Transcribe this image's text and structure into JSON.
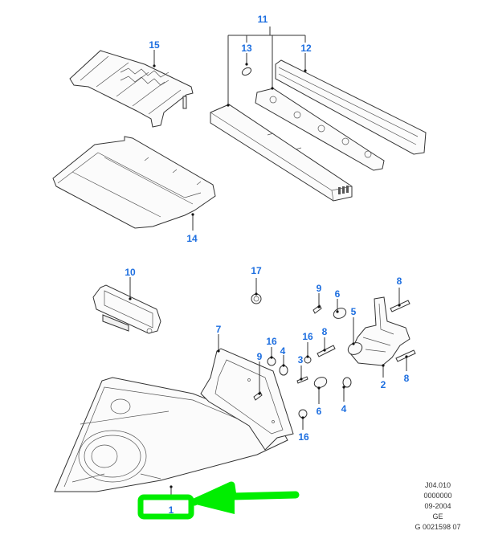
{
  "diagram": {
    "title": "Rear lamp assembly exploded parts diagram",
    "callouts": [
      {
        "id": "c1",
        "label": "1",
        "part": "rear-lamp-assembly"
      },
      {
        "id": "c2",
        "label": "2",
        "part": "bulb-holder-circuit-plate"
      },
      {
        "id": "c3",
        "label": "3",
        "part": "wedge-bulb"
      },
      {
        "id": "c4a",
        "label": "4",
        "part": "bulb"
      },
      {
        "id": "c4b",
        "label": "4",
        "part": "bulb"
      },
      {
        "id": "c5",
        "label": "5",
        "part": "bulb"
      },
      {
        "id": "c6a",
        "label": "6",
        "part": "bulb"
      },
      {
        "id": "c6b",
        "label": "6",
        "part": "bulb"
      },
      {
        "id": "c7",
        "label": "7",
        "part": "lamp-gasket"
      },
      {
        "id": "c8a",
        "label": "8",
        "part": "screw"
      },
      {
        "id": "c8b",
        "label": "8",
        "part": "screw"
      },
      {
        "id": "c8c",
        "label": "8",
        "part": "screw"
      },
      {
        "id": "c9a",
        "label": "9",
        "part": "screw"
      },
      {
        "id": "c9b",
        "label": "9",
        "part": "screw"
      },
      {
        "id": "c10",
        "label": "10",
        "part": "licence-plate-lamp"
      },
      {
        "id": "c11",
        "label": "11",
        "part": "high-mounted-stop-lamp-kit"
      },
      {
        "id": "c12",
        "label": "12",
        "part": "stop-lamp-housing"
      },
      {
        "id": "c13",
        "label": "13",
        "part": "stop-lamp-bulb"
      },
      {
        "id": "c14",
        "label": "14",
        "part": "stop-lamp-cover"
      },
      {
        "id": "c15",
        "label": "15",
        "part": "stop-lamp-bracket"
      },
      {
        "id": "c16a",
        "label": "16",
        "part": "grommet-nut"
      },
      {
        "id": "c16b",
        "label": "16",
        "part": "grommet-nut"
      },
      {
        "id": "c16c",
        "label": "16",
        "part": "grommet-nut"
      },
      {
        "id": "c17",
        "label": "17",
        "part": "clip"
      }
    ],
    "highlight": {
      "target_label": "1",
      "color": "#00ee00",
      "arrow": "left-pointing-arrow"
    },
    "callout_color": "#1e6fe0"
  },
  "info_block": {
    "line1": "J04.010",
    "line2": "0000000",
    "line3": "09-2004",
    "line4": "GE",
    "line5": "G 0021598 07"
  }
}
